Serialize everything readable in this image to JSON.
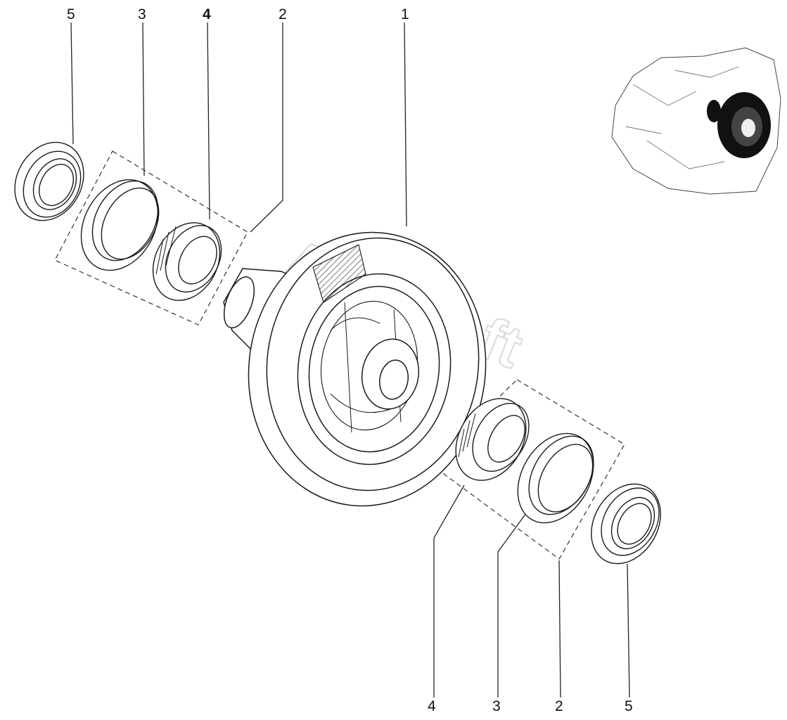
{
  "callouts_top": [
    "5",
    "3",
    "4",
    "2",
    "1"
  ],
  "callouts_bottom": [
    "4",
    "3",
    "2",
    "5"
  ],
  "watermark": "AutoSoft",
  "colors": {
    "line": "#1a1a1a",
    "dash": "#333333",
    "background": "#ffffff",
    "thumbnail_fill": "#111111"
  }
}
